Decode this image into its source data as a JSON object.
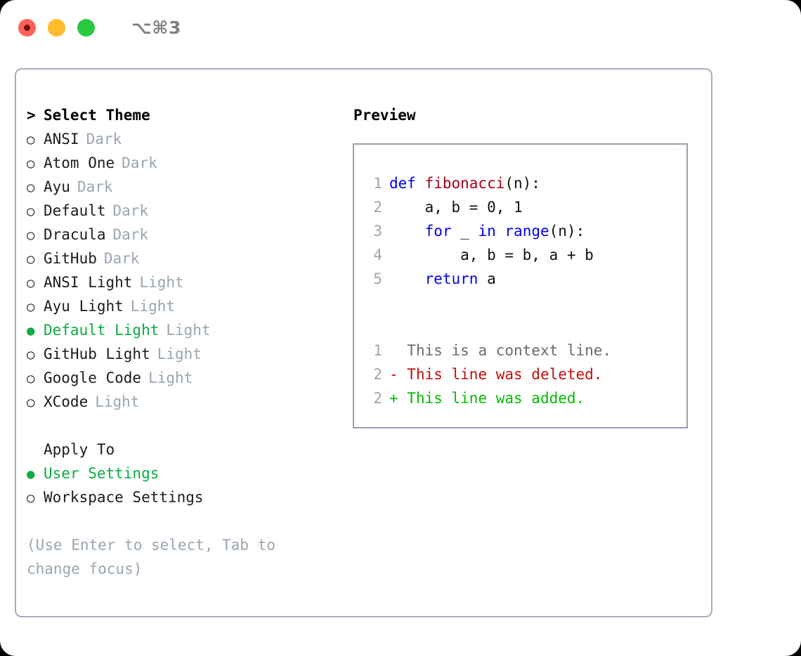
{
  "titlebar": {
    "shortcut": "⌥⌘3",
    "buttons": [
      {
        "name": "close",
        "label": "close"
      },
      {
        "name": "minimize",
        "label": "minimize"
      },
      {
        "name": "maximize",
        "label": "maximize"
      }
    ]
  },
  "theme_list": {
    "header_marker": ">",
    "header": "Select Theme",
    "marker_off": "○",
    "marker_on": "●",
    "items": [
      {
        "label": "ANSI",
        "tag": "Dark",
        "selected": false
      },
      {
        "label": "Atom One",
        "tag": "Dark",
        "selected": false
      },
      {
        "label": "Ayu",
        "tag": "Dark",
        "selected": false
      },
      {
        "label": "Default",
        "tag": "Dark",
        "selected": false
      },
      {
        "label": "Dracula",
        "tag": "Dark",
        "selected": false
      },
      {
        "label": "GitHub",
        "tag": "Dark",
        "selected": false
      },
      {
        "label": "ANSI Light",
        "tag": "Light",
        "selected": false
      },
      {
        "label": "Ayu Light",
        "tag": "Light",
        "selected": false
      },
      {
        "label": "Default Light",
        "tag": "Light",
        "selected": true
      },
      {
        "label": "GitHub Light",
        "tag": "Light",
        "selected": false
      },
      {
        "label": "Google Code",
        "tag": "Light",
        "selected": false
      },
      {
        "label": "XCode",
        "tag": "Light",
        "selected": false
      }
    ]
  },
  "apply_to": {
    "title": "Apply To",
    "marker_off": "○",
    "marker_on": "●",
    "options": [
      {
        "label": "User Settings",
        "selected": true
      },
      {
        "label": "Workspace Settings",
        "selected": false
      }
    ]
  },
  "hint": "(Use Enter to select, Tab to change focus)",
  "preview": {
    "title": "Preview",
    "code": [
      {
        "no": "1",
        "tokens": [
          {
            "t": "def ",
            "c": "kw"
          },
          {
            "t": "fibonacci",
            "c": "fn"
          },
          {
            "t": "(n):",
            "c": "txt"
          }
        ]
      },
      {
        "no": "2",
        "tokens": [
          {
            "t": "    a, b = 0, 1",
            "c": "txt"
          }
        ]
      },
      {
        "no": "3",
        "tokens": [
          {
            "t": "    ",
            "c": "txt"
          },
          {
            "t": "for",
            "c": "kw"
          },
          {
            "t": " _ ",
            "c": "txt"
          },
          {
            "t": "in",
            "c": "kw"
          },
          {
            "t": " ",
            "c": "txt"
          },
          {
            "t": "range",
            "c": "kw"
          },
          {
            "t": "(n):",
            "c": "txt"
          }
        ]
      },
      {
        "no": "4",
        "tokens": [
          {
            "t": "        a, b = b, a + b",
            "c": "txt"
          }
        ]
      },
      {
        "no": "5",
        "tokens": [
          {
            "t": "    ",
            "c": "txt"
          },
          {
            "t": "return",
            "c": "kw"
          },
          {
            "t": " a",
            "c": "txt"
          }
        ]
      }
    ],
    "diff": [
      {
        "no": "1",
        "sign": " ",
        "text": " This is a context line.",
        "kind": "ctx"
      },
      {
        "no": "2",
        "sign": "-",
        "text": " This line was deleted.",
        "kind": "del"
      },
      {
        "no": "2",
        "sign": "+",
        "text": " This line was added.",
        "kind": "add"
      }
    ]
  },
  "colors": {
    "accent_green": "#0bab3f",
    "muted_gray": "#9aa5b1",
    "keyword_blue": "#0000f0",
    "function_red": "#9e0016",
    "diff_delete": "#c40d0d",
    "diff_add": "#00bb00",
    "border": "#a5aeba",
    "light_red": "#ff6159",
    "light_yellow": "#ffbd2e",
    "light_green": "#28c840"
  }
}
